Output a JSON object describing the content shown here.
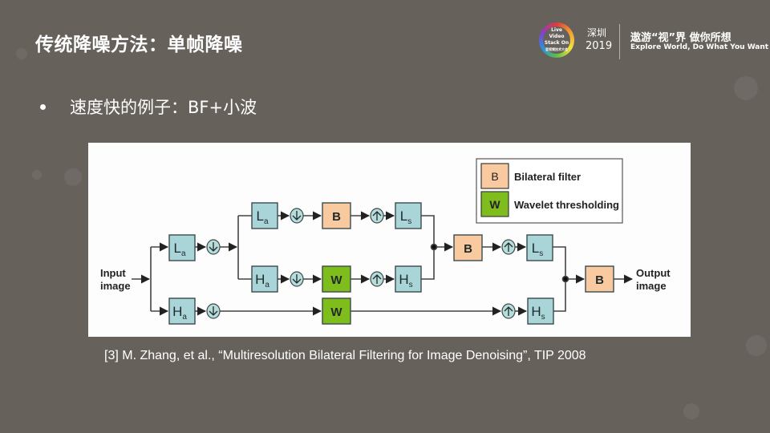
{
  "slide": {
    "title": "传统降噪方法：单帧降噪",
    "bullet": "速度快的例子：BF+小波",
    "citation": "[3] M. Zhang, et al., “Multiresolution Bilateral Filtering for Image Denoising”, TIP 2008"
  },
  "branding": {
    "logo_line1": "Live Video",
    "logo_line2": "Stack On",
    "logo_line3": "音视频技术大会",
    "city": "深圳",
    "year": "2019",
    "slogan_cn": "遨游“视”界 做你所想",
    "slogan_en": "Explore World, Do What You Want"
  },
  "diagram": {
    "input_label_1": "Input",
    "input_label_2": "image",
    "output_label_1": "Output",
    "output_label_2": "image",
    "legend": [
      {
        "symbol": "B",
        "label": "Bilateral filter",
        "color": "#f9c9a0"
      },
      {
        "symbol": "W",
        "label": "Wavelet thresholding",
        "color": "#7fbd1c"
      }
    ],
    "block_color": "#a9d5d8",
    "blocks": {
      "la1": {
        "main": "L",
        "sub": "a"
      },
      "ha1": {
        "main": "H",
        "sub": "a"
      },
      "la2": {
        "main": "L",
        "sub": "a"
      },
      "ha2": {
        "main": "H",
        "sub": "a"
      },
      "b1": {
        "main": "B",
        "sub": ""
      },
      "w1": {
        "main": "W",
        "sub": ""
      },
      "ls2": {
        "main": "L",
        "sub": "s"
      },
      "hs2": {
        "main": "H",
        "sub": "s"
      },
      "b2": {
        "main": "B",
        "sub": ""
      },
      "ls1": {
        "main": "L",
        "sub": "s"
      },
      "w2": {
        "main": "W",
        "sub": ""
      },
      "hs1": {
        "main": "H",
        "sub": "s"
      },
      "b3": {
        "main": "B",
        "sub": ""
      }
    },
    "operators": {
      "down": "downsample",
      "up": "upsample"
    }
  }
}
